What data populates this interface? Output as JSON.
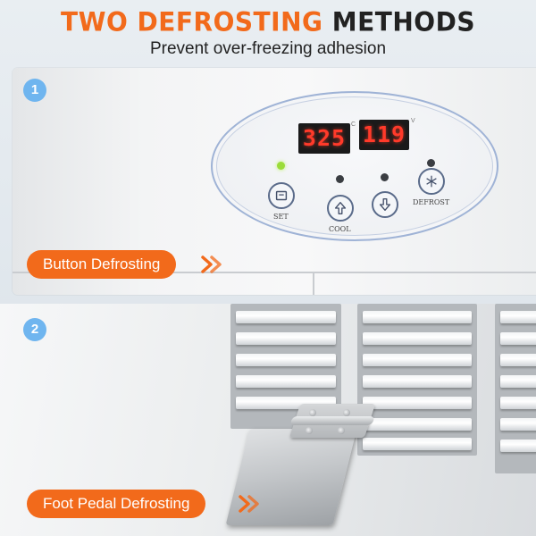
{
  "header": {
    "title_accent": "TWO DEFROSTING",
    "title_dark": "METHODS",
    "subtitle": "Prevent over-freezing adhesion"
  },
  "panel1": {
    "number": "1",
    "label": "Button Defrosting",
    "display_left": "325",
    "display_right": "119",
    "unit_left": "C",
    "unit_right": "V",
    "buttons": {
      "set": "SET",
      "cool": "COOL",
      "defrost": "DEFROST"
    }
  },
  "panel2": {
    "number": "2",
    "label": "Foot Pedal Defrosting"
  },
  "colors": {
    "accent": "#f26a1b",
    "badge": "#6fb5ef",
    "display_red": "#ff3a2a",
    "led_green": "#9bdc3a"
  },
  "icons": {
    "set_button": "set-icon",
    "up_button": "up-arrow-icon",
    "down_button": "down-arrow-icon",
    "defrost_button": "snowflake-icon",
    "tag_arrow": "double-chevron-right-icon"
  }
}
